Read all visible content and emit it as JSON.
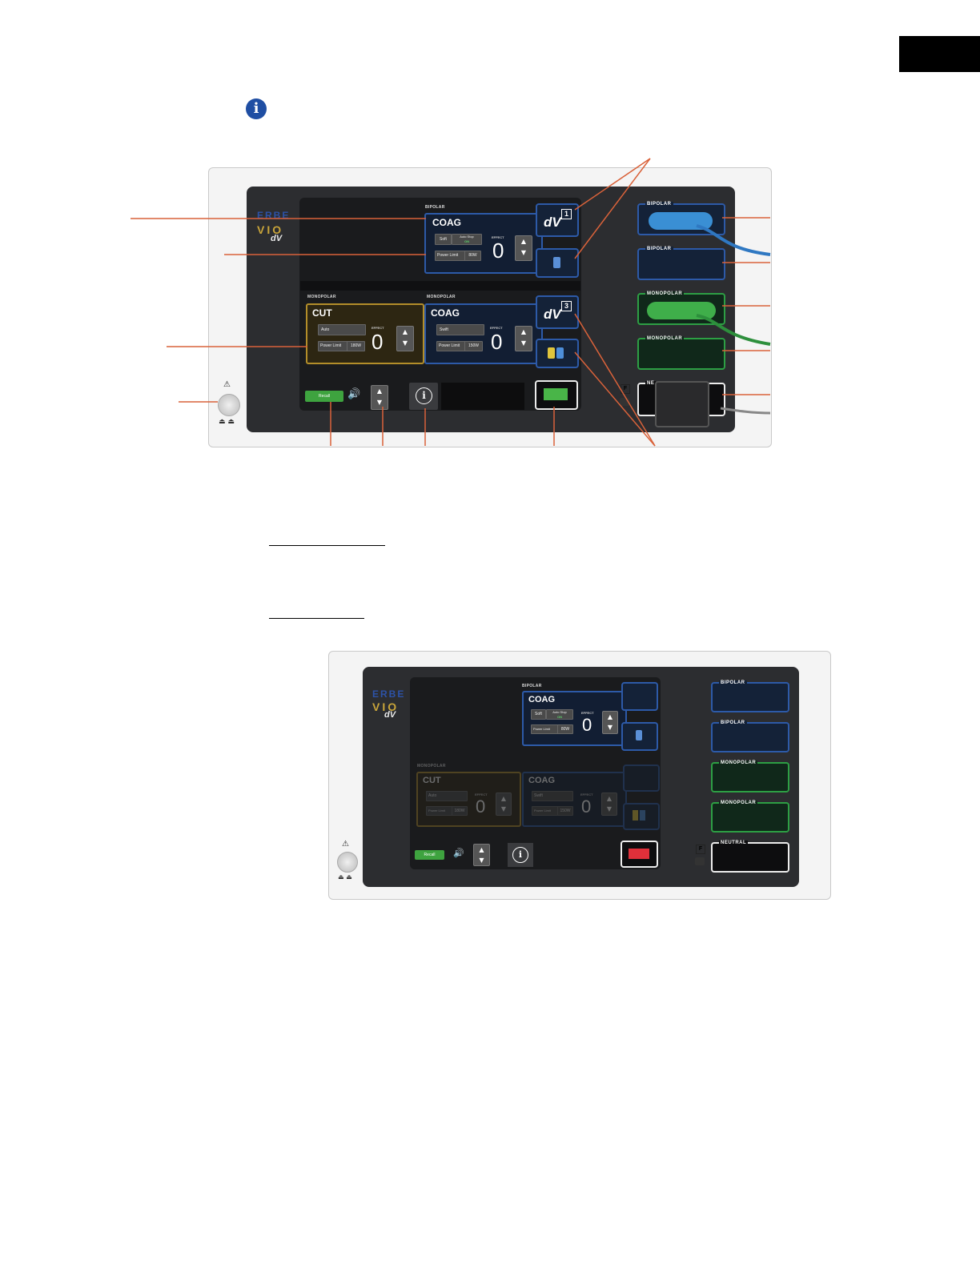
{
  "logo": {
    "erbe": "ERBE",
    "vio": "VIO",
    "dv": "dV"
  },
  "figure_top": {
    "bipolar_section": "BIPOLAR",
    "monopolar_section": "MONOPOLAR",
    "bipolar_coag": {
      "title": "COAG",
      "mode": "Soft",
      "autostop": "Auto Stop",
      "autostop_state": "ON",
      "power_limit_label": "Power Limit",
      "power_limit_value": "80W",
      "effect_label": "EFFECT",
      "effect": "0"
    },
    "mono_cut": {
      "title": "CUT",
      "mode": "Auto",
      "power_limit_label": "Power Limit",
      "power_limit_value": "180W",
      "effect_label": "EFFECT",
      "effect": "0"
    },
    "mono_coag": {
      "title": "COAG",
      "mode": "Swift",
      "power_limit_label": "Power Limit",
      "power_limit_value": "150W",
      "effect_label": "EFFECT",
      "effect": "0"
    },
    "recall": "Recall",
    "dv1": "1",
    "dv3": "3",
    "sockets": [
      "BIPOLAR",
      "BIPOLAR",
      "MONOPOLAR",
      "MONOPOLAR",
      "NE"
    ],
    "f_label": "F"
  },
  "figure_bottom": {
    "bipolar_section": "BIPOLAR",
    "monopolar_section": "MONOPOLAR",
    "bipolar_coag": {
      "title": "COAG",
      "mode": "Soft",
      "autostop": "Auto Stop",
      "autostop_state": "ON",
      "power_limit_label": "Power Limit",
      "power_limit_value": "80W",
      "effect_label": "EFFECT",
      "effect": "0"
    },
    "mono_cut": {
      "title": "CUT",
      "mode": "Auto",
      "power_limit_label": "Power Limit",
      "power_limit_value": "180W",
      "effect_label": "EFFECT",
      "effect": "0"
    },
    "mono_coag": {
      "title": "COAG",
      "mode": "Swift",
      "power_limit_label": "Power Limit",
      "power_limit_value": "150W",
      "effect_label": "EFFECT",
      "effect": "0"
    },
    "recall": "Recall",
    "sockets": [
      "BIPOLAR",
      "BIPOLAR",
      "MONOPOLAR",
      "MONOPOLAR",
      "NEUTRAL"
    ],
    "f_label": "F"
  },
  "colors": {
    "bipolar": "#2d5aa8",
    "cut": "#b38e2a",
    "monopolar_socket": "#2d9f44",
    "callout": "#d9623a",
    "standby_red": "#e0303a"
  },
  "icons": [
    "info-icon",
    "speaker-icon",
    "footswitch-icon",
    "warning-icon"
  ]
}
